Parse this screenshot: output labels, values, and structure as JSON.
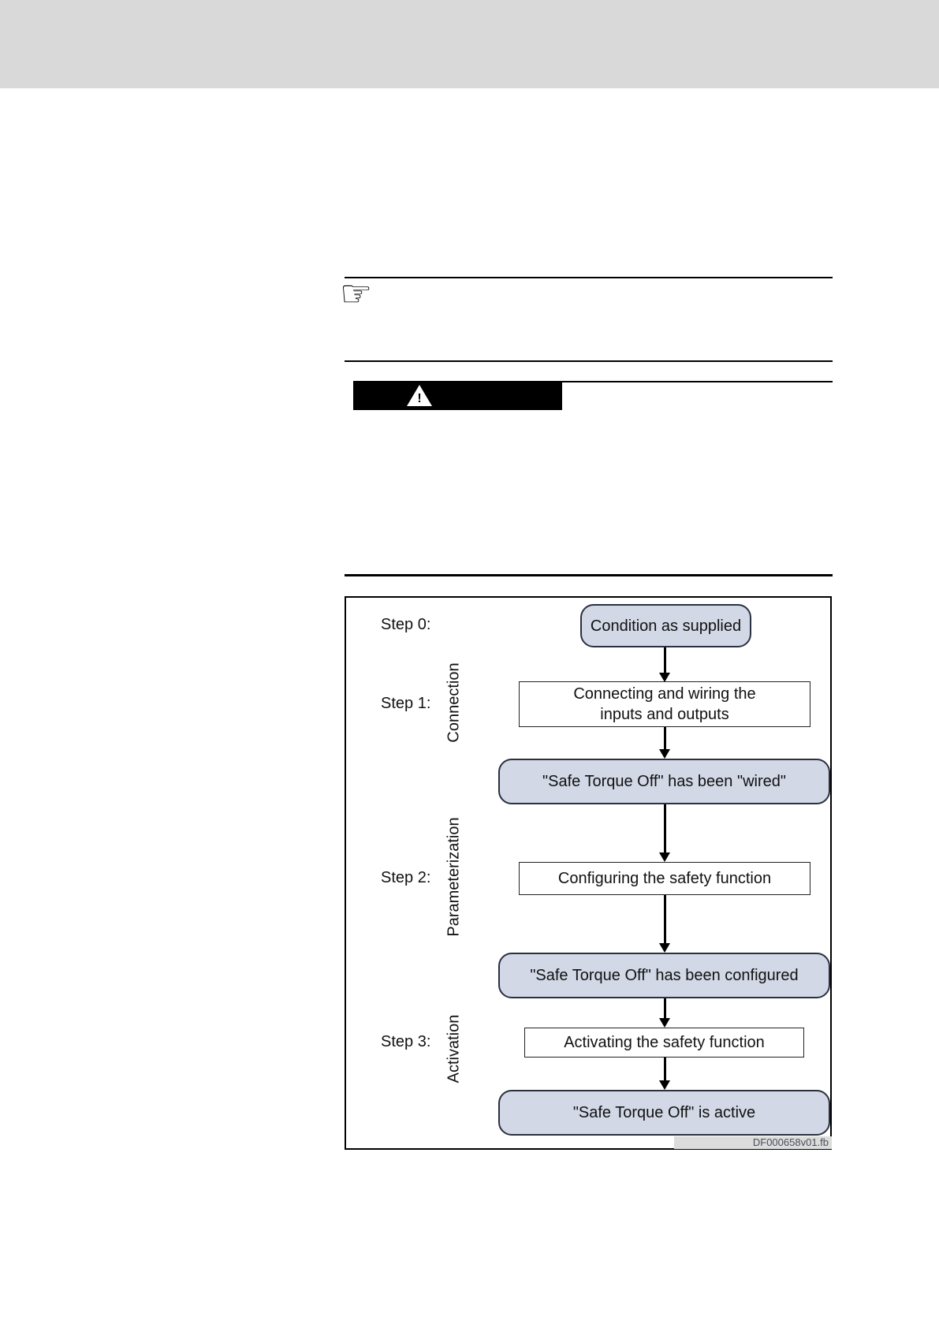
{
  "page": {
    "header_band_color": "#d9d9d9",
    "background_color": "#ffffff"
  },
  "note": {
    "icon": "pointing-hand-icon",
    "icon_glyph": "☞"
  },
  "warning": {
    "bar_color": "#000000",
    "icon": "warning-triangle-icon",
    "exclamation": "!"
  },
  "diagram": {
    "type": "flowchart",
    "caption": "DF000658v01.fb",
    "step_labels": [
      "Step 0:",
      "Step 1:",
      "Step 2:",
      "Step 3:"
    ],
    "phase_labels": [
      "Connection",
      "Parameterization",
      "Activation"
    ],
    "nodes": {
      "condition": "Condition as supplied",
      "connect_line1": "Connecting and wiring the",
      "connect_line2": "inputs and outputs",
      "wired": "\"Safe Torque Off\" has been \"wired\"",
      "configure": "Configuring the safety function",
      "configured": "\"Safe Torque Off\" has been configured",
      "activate": "Activating the safety function",
      "active": "\"Safe Torque Off\" is active"
    },
    "flow_order": [
      "condition",
      "connect",
      "wired",
      "configure",
      "configured",
      "activate",
      "active"
    ],
    "colors": {
      "state_box_fill": "#d2d8e6",
      "state_box_border": "#2a3040",
      "action_box_fill": "#ffffff",
      "line_color": "#000000"
    }
  }
}
